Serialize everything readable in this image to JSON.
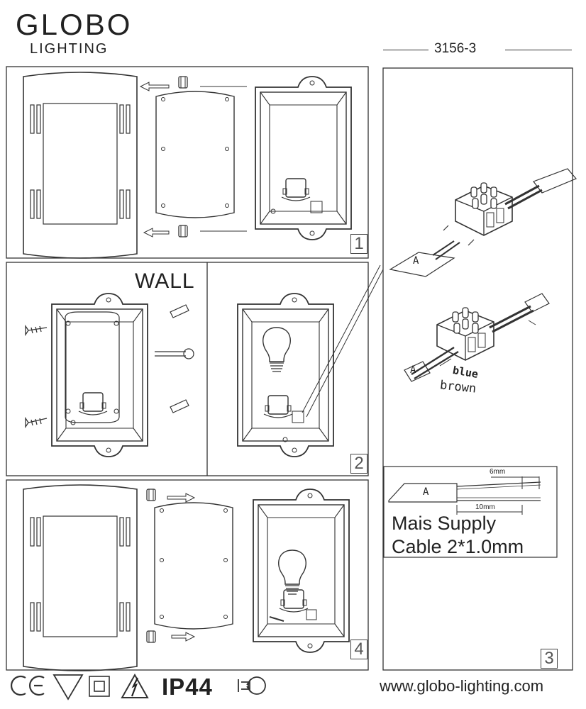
{
  "header": {
    "brand": "GLOBO",
    "brand_sub": "LIGHTING",
    "model": "3156-3"
  },
  "steps": {
    "step1": "1",
    "step2": "2",
    "step3": "3",
    "step4": "4"
  },
  "labels": {
    "wall": "WALL",
    "blue": "blue",
    "brown": "brown",
    "conn_a1": "A",
    "conn_a2": "A",
    "cable_a": "A",
    "dim_6mm": "6mm",
    "dim_10mm": "10mm"
  },
  "supply": {
    "line1": "Mais Supply",
    "line2": "Cable 2*1.0mm"
  },
  "footer": {
    "ip_rating": "IP44",
    "website": "www.globo-lighting.com",
    "icons": [
      "ce-mark-icon",
      "f-mark-icon",
      "double-insulation-icon",
      "warning-triangle-icon",
      "bulb-icon"
    ]
  }
}
